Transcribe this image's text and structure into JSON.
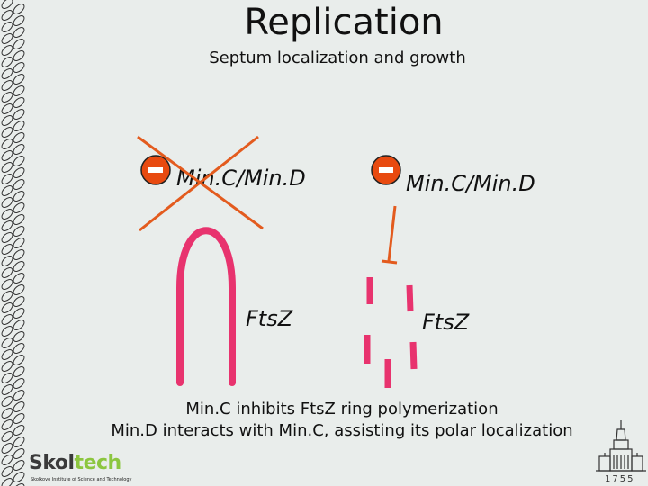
{
  "slide": {
    "title": "Replication",
    "subtitle": "Septum localization and growth"
  },
  "left_panel": {
    "protein_label": "Min.C/Min.D",
    "ring_label": "FtsZ"
  },
  "right_panel": {
    "protein_label": "Min.C/Min.D",
    "ring_label": "FtsZ"
  },
  "caption": {
    "line1": "Min.C inhibits FtsZ ring polymerization",
    "line2": "Min.D interacts with Min.C, assisting its polar localization"
  },
  "logo": {
    "prefix": "Skol",
    "suffix": "tech",
    "tagline": "Skolkovo Institute of Science and Technology"
  },
  "footer": {
    "year": "1755"
  },
  "colors": {
    "background": "#e9edeb",
    "fts_pink": "#e8336e",
    "cross_orange": "#e35b1e",
    "minus_disc": "#e84a10",
    "logo_green": "#8cc63f",
    "logo_dark": "#3a3a3a"
  }
}
